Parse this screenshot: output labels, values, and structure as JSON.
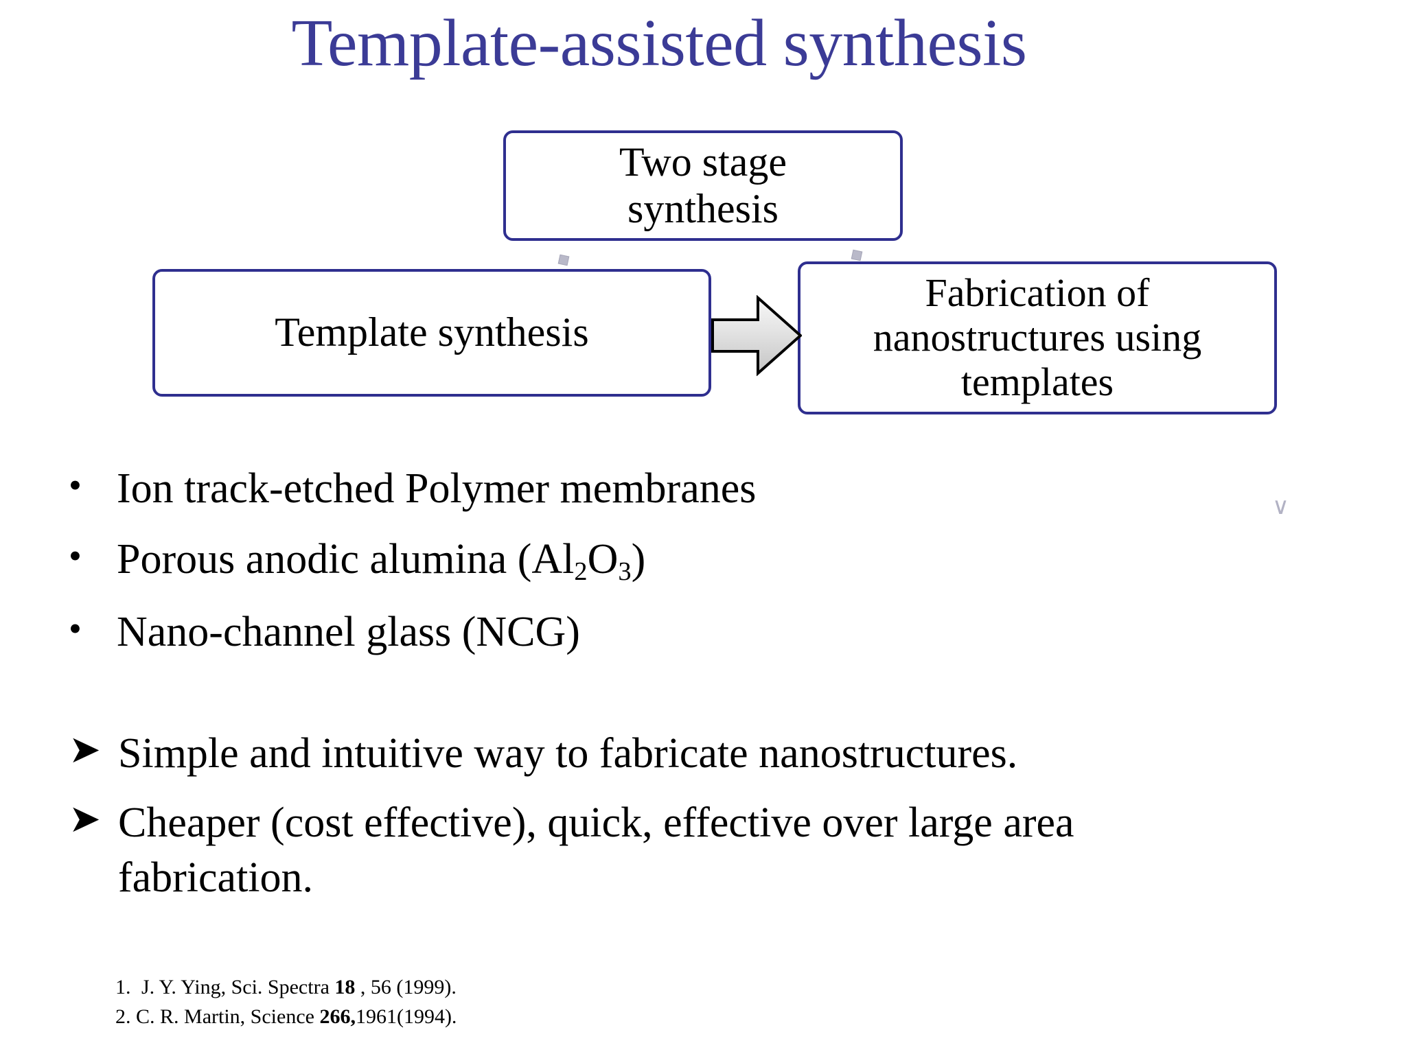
{
  "slide": {
    "title": "Template-assisted synthesis",
    "background_color": "#ffffff",
    "title_color": "#3b3b96",
    "box_border_color": "#2f2f8f",
    "text_color": "#000000"
  },
  "diagram": {
    "boxes": [
      {
        "id": "two-stage",
        "line1": "Two stage",
        "line2": "synthesis",
        "text": "Two stage synthesis"
      },
      {
        "id": "template-synthesis",
        "text": "Template synthesis"
      },
      {
        "id": "fabrication",
        "line1": "Fabrication of",
        "line2": "nanostructures using",
        "line3": "templates",
        "text": "Fabrication of nanostructures using templates"
      }
    ],
    "arrow": {
      "name": "right-block-arrow",
      "direction": "right",
      "fill_start": "#f2f2f2",
      "fill_end": "#c9c9c9",
      "outline": "#000000"
    },
    "stray_mark": "∨"
  },
  "bullets": {
    "marker": "•",
    "items": [
      {
        "prefix": "Ion track-etched Polymer membranes",
        "sub": "",
        "suffix": ""
      },
      {
        "prefix": "Porous anodic alumina (Al",
        "sub1": "2",
        "mid": "O",
        "sub2": "3",
        "suffix": ")",
        "text": "Porous anodic alumina (Al2O3)"
      },
      {
        "prefix": "Nano-channel glass (NCG)",
        "sub": "",
        "suffix": ""
      }
    ],
    "item_0_text": "Ion track-etched Polymer membranes",
    "item_2_text": "Nano-channel glass (NCG)"
  },
  "advantages": {
    "marker": "➤",
    "items": [
      "Simple and intuitive way to fabricate nanostructures.",
      "Cheaper (cost effective), quick, effective over large area fabrication."
    ],
    "item_0": "Simple and intuitive way to fabricate nanostructures.",
    "item_1": "Cheaper (cost effective), quick, effective over large area fabrication."
  },
  "references": {
    "items": [
      {
        "number": "1.",
        "pre": "J. Y. Ying, Sci. Spectra ",
        "bold": "18",
        "post": " , 56 (1999)."
      },
      {
        "number": "2.",
        "pre": "C. R. Martin, Science ",
        "bold": "266,",
        "post": "1961(1994)."
      }
    ],
    "ref1_number": "1.",
    "ref1_pre": "J. Y. Ying, Sci. Spectra ",
    "ref1_bold": "18",
    "ref1_post": " , 56 (1999).",
    "ref2_number": "2.",
    "ref2_pre": "C. R. Martin, Science ",
    "ref2_bold": "266,",
    "ref2_post": "1961(1994)."
  }
}
